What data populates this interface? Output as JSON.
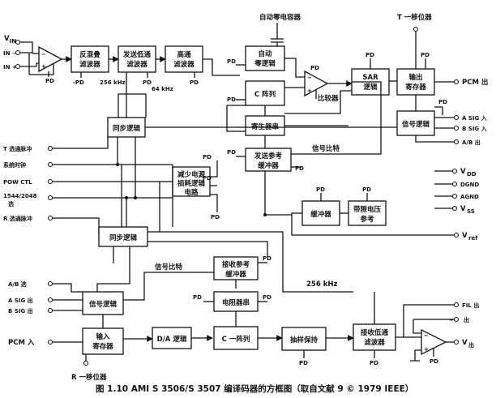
{
  "caption": "图 1.10   AMI S 3506/S 3507 编译码器的方框图（取自文献 9 © 1979 IEEE）",
  "pins": {
    "vin": "V",
    "vin_sub": "IN",
    "in_minus": "IN −",
    "in_plus": "IN +",
    "t_sync": "T 选通脉冲",
    "sys_clock": "系统时钟",
    "pow_ctl": "POW CTL",
    "sel": "1544/2048",
    "sel2": "选",
    "r_sync": "R 选通脉冲",
    "ab_sel": "A/B 选",
    "a_sig_out": "A SIG 出",
    "b_sig_out": "B SIG 出",
    "pcm_in": "PCM 入",
    "r_shift": "R 一移位器",
    "pcm_out": "PCM 出",
    "a_sig_in": "A SIG 入",
    "b_sig_in": "B SIG 入",
    "ab_out": "A/B 出",
    "vdd": "V",
    "vdd_sub": "DD",
    "dgnd": "DGND",
    "agnd": "AGND",
    "vss": "V",
    "vss_sub": "SS",
    "vref": "V",
    "vref_sub": "ref",
    "fil_out": "FIL 出",
    "out": "出",
    "vout": "V",
    "vout_sub": "出"
  },
  "blocks": {
    "anti_alias_1": "反混叠",
    "anti_alias_2": "滤波器",
    "tx_lowpass_1": "发送低通",
    "tx_lowpass_2": "滤波器",
    "highpass_1": "高通",
    "highpass_2": "滤波器",
    "auto_zero_1": "自动",
    "auto_zero_2": "零逻辑",
    "c_array": "C 阵列",
    "comparator": "比较器",
    "sar_1": "SAR",
    "sar_2": "逻辑",
    "out_reg_1": "输出",
    "out_reg_2": "寄存器",
    "sync_logic": "同步逻辑",
    "parasitic": "寄生器串",
    "sig_logic_r": "信号逻辑",
    "tx_ref_1": "发送参考",
    "tx_ref_2": "缓冲器",
    "power_1": "减少电源",
    "power_2": "损耗逻辑",
    "power_3": "电路",
    "buffer": "缓冲器",
    "bandgap_1": "带隙电压",
    "bandgap_2": "参考",
    "sync_logic_2": "同步逻辑",
    "rx_ref_1": "接收参考",
    "rx_ref_2": "缓冲器",
    "sig_logic_l": "信号逻辑",
    "in_reg_1": "输入",
    "in_reg_2": "寄存器",
    "da_logic": "D/A 逻辑",
    "c_array_2": "C 一阵列",
    "resistor_string": "电阻器串",
    "sample_hold": "抽样保持",
    "rx_lowpass_1": "接收低通",
    "rx_lowpass_2": "滤波器"
  },
  "annotations": {
    "auto_zero_cap": "自动零电容器",
    "t_shift": "T 一移位器",
    "f256": "256 kHz",
    "f64": "64 kHz",
    "f256b": "256 kHz",
    "sign_bit": "信号比特",
    "sign_bit_2": "信号比特",
    "pd": "PD",
    "npd": "-PD"
  }
}
